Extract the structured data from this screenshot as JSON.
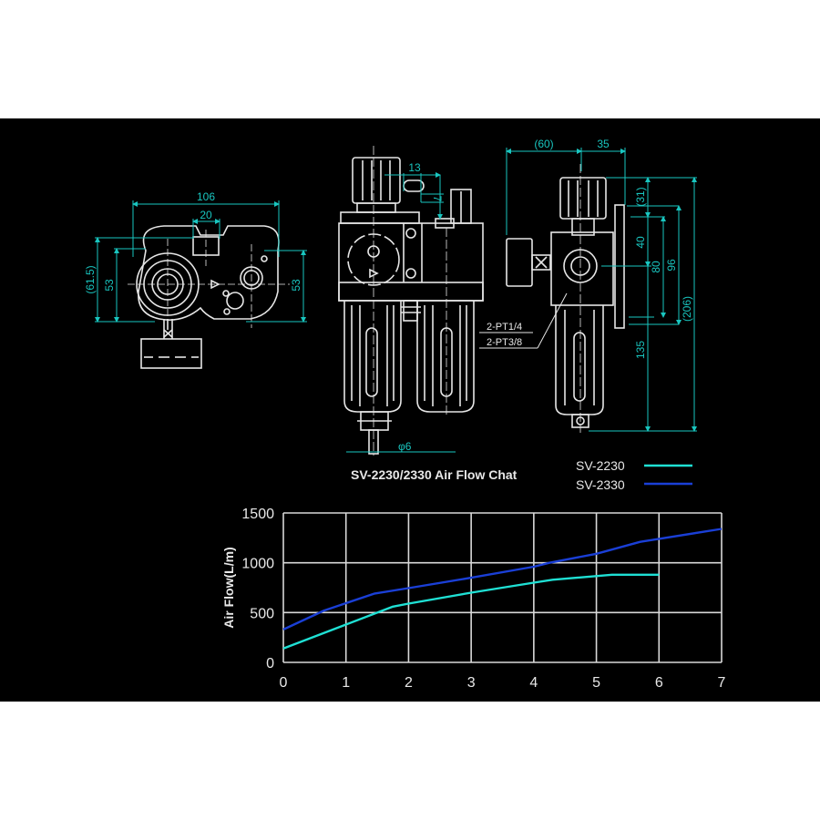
{
  "drawing": {
    "top_view": {
      "dims": {
        "width_total": "106",
        "port_width": "20",
        "height_left": "(61.5)",
        "height_inner": "53",
        "height_right": "53"
      }
    },
    "front_view": {
      "dims": {
        "gauge_offset": "13",
        "gauge_height": "7",
        "drain_dia": "φ6"
      },
      "port_labels": [
        "2-PT1/4",
        "2-PT3/8"
      ]
    },
    "side_view": {
      "dims": {
        "left_offset": "(60)",
        "right_offset": "35",
        "top": "(31)",
        "mid": "40",
        "h80": "80",
        "h96": "96",
        "overall": "(206)",
        "bowl": "135"
      }
    }
  },
  "chart_header": {
    "title": "SV-2230/2330 Air Flow Chat",
    "legend": [
      {
        "name": "SV-2230",
        "color": "#1fe0d4"
      },
      {
        "name": "SV-2330",
        "color": "#1a3fd6"
      }
    ]
  },
  "chart_data": {
    "type": "line",
    "title": "SV-2230/2330 Air Flow Chat",
    "xlabel": "",
    "ylabel": "Air Flow(L/m)",
    "xlim": [
      0,
      7
    ],
    "ylim": [
      0,
      1500
    ],
    "x_ticks": [
      "0",
      "1",
      "2",
      "3",
      "4",
      "5",
      "6",
      "7"
    ],
    "y_ticks": [
      "0",
      "500",
      "1000",
      "1500"
    ],
    "grid": true,
    "legend_position": "top-right, outside plot",
    "series": [
      {
        "name": "SV-2230",
        "color": "#1fe0d4",
        "x": [
          0,
          1,
          1.75,
          2,
          3,
          4,
          4.3,
          5.25,
          6
        ],
        "values": [
          140,
          380,
          560,
          590,
          700,
          800,
          830,
          880,
          880
        ]
      },
      {
        "name": "SV-2330",
        "color": "#1a3fd6",
        "x": [
          0,
          0.65,
          1.45,
          2,
          3,
          4,
          4.25,
          5,
          5.7,
          6,
          7
        ],
        "values": [
          330,
          520,
          690,
          745,
          850,
          960,
          1000,
          1090,
          1210,
          1240,
          1340
        ]
      }
    ]
  }
}
